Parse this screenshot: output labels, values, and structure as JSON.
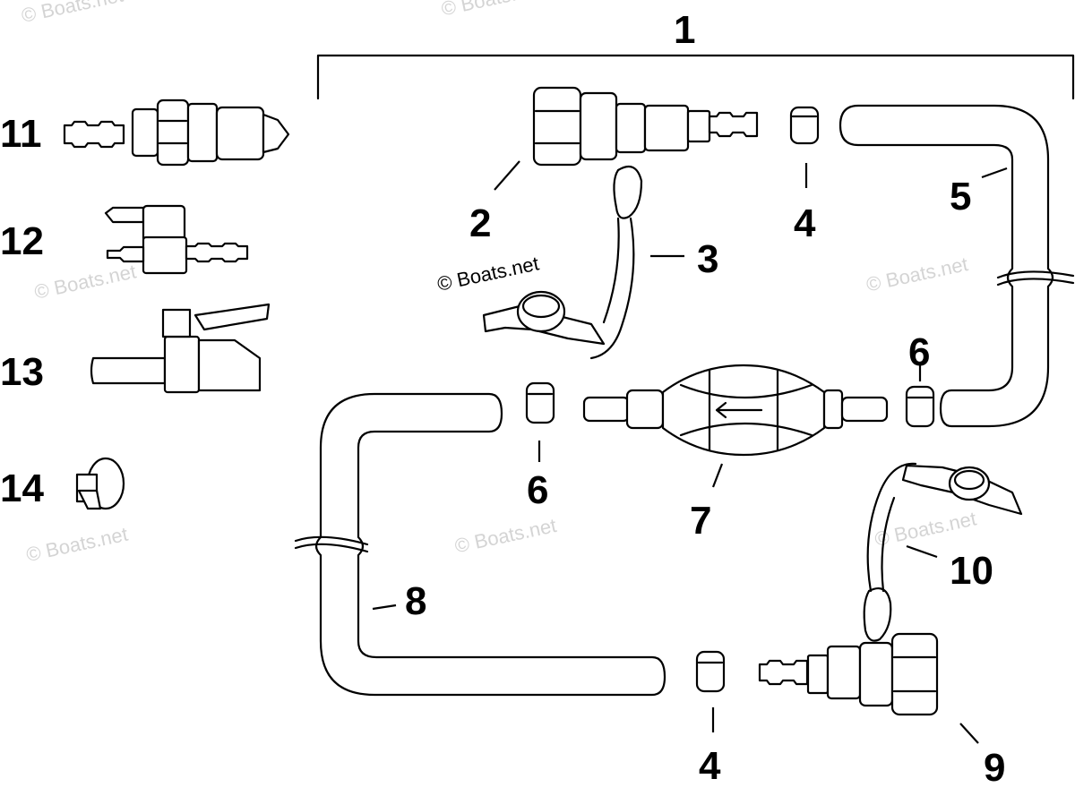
{
  "watermark": "© Boats.net",
  "callouts": {
    "n1": "1",
    "n2": "2",
    "n3": "3",
    "n4a": "4",
    "n4b": "4",
    "n5": "5",
    "n6a": "6",
    "n6b": "6",
    "n7": "7",
    "n8": "8",
    "n9": "9",
    "n10": "10",
    "n11": "11",
    "n12": "12",
    "n13": "13",
    "n14": "14"
  },
  "colors": {
    "line": "#000000",
    "watermark": "#d4d4d4",
    "background": "#ffffff"
  }
}
